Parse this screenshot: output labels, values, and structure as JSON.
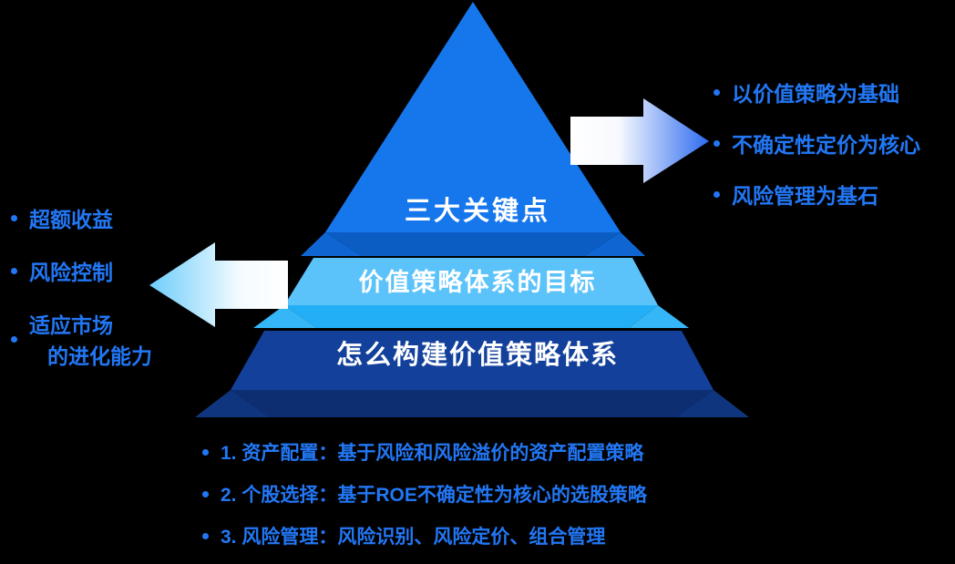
{
  "diagram": {
    "title_hidden": "",
    "pyramid": {
      "levels": [
        {
          "id": "top",
          "label": "三大关键点",
          "face_color": "#1677ec",
          "side_color": "#0b5dc4",
          "text_color": "#ffffff"
        },
        {
          "id": "middle",
          "label": "价值策略体系的目标",
          "face_color": "#5cc3fa",
          "side_color": "#22aff5",
          "text_color": "#ffffff"
        },
        {
          "id": "bottom",
          "label": "怎么构建价值策略体系",
          "face_color": "#12409b",
          "side_color": "#0d2f72",
          "text_color": "#ffffff"
        }
      ]
    },
    "arrows": [
      {
        "id": "right-arrow",
        "direction": "right",
        "gradient_from": "#ffffff",
        "gradient_to": "#2e6bf0"
      },
      {
        "id": "left-arrow",
        "direction": "left",
        "gradient_from": "#6dcdfb",
        "gradient_to": "#ffffff"
      }
    ],
    "callouts": {
      "right": {
        "bullet_color": "#2277f5",
        "items": [
          "以价值策略为基础",
          "不确定性定价为核心",
          "风险管理为基石"
        ]
      },
      "left": {
        "bullet_color": "#2277f5",
        "items": [
          "超额收益",
          "风险控制",
          "适应市场"
        ],
        "item3_continuation": "的进化能力"
      },
      "bottom": {
        "bullet_color": "#2277f5",
        "items": [
          "1. 资产配置：基于风险和风险溢价的资产配置策略",
          "2. 个股选择：基于ROE不确定性为核心的选股策略",
          "3. 风险管理：风险识别、风险定价、组合管理"
        ]
      }
    },
    "background_color": "#000000"
  }
}
